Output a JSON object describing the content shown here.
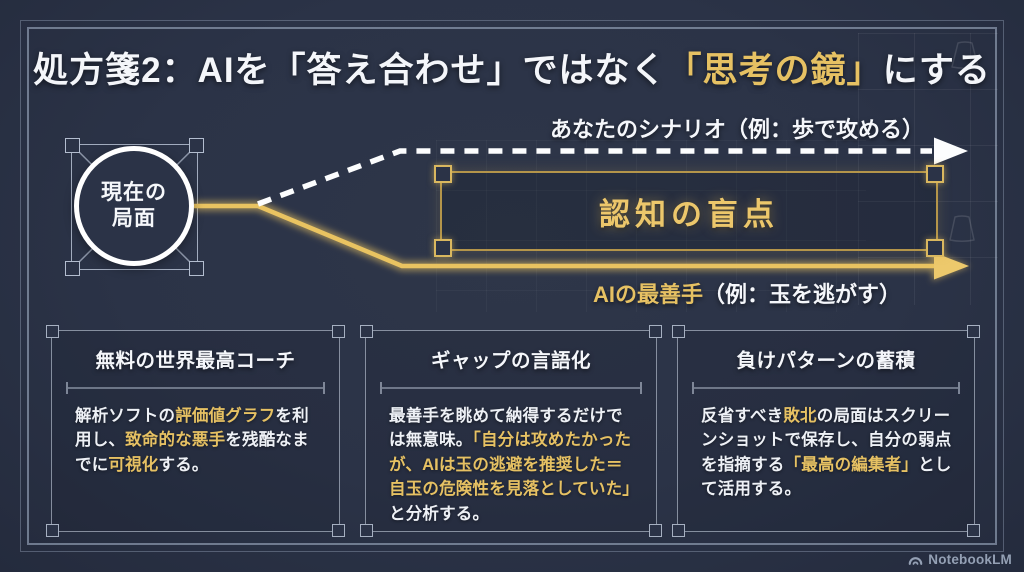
{
  "title": {
    "segments": [
      {
        "text": "処方箋2：AIを「答え合わせ」ではなく"
      },
      {
        "text": "「思考の鏡」",
        "highlight": true
      },
      {
        "text": "にする"
      }
    ]
  },
  "diagram": {
    "node_label_line1": "現在の",
    "node_label_line2": "局面",
    "scenario_arrow_label": "あなたのシナリオ（例：歩で攻める）",
    "blind_spot_label": "認知の盲点",
    "ai_arrow_label_gold": "AIの最善手",
    "ai_arrow_label_rest": "（例：玉を逃がす）"
  },
  "cards": [
    {
      "title": "無料の世界最高コーチ",
      "body": [
        {
          "text": "解析ソフトの"
        },
        {
          "text": "評価値グラフ",
          "highlight": true
        },
        {
          "text": "を利用し、"
        },
        {
          "text": "致命的な悪手",
          "highlight": true
        },
        {
          "text": "を残酷なまでに"
        },
        {
          "text": "可視化",
          "highlight": true
        },
        {
          "text": "する。"
        }
      ]
    },
    {
      "title": "ギャップの言語化",
      "body": [
        {
          "text": "最善手を眺めて納得するだけでは無意味。"
        },
        {
          "text": "「自分は攻めたかったが、AIは玉の逃避を推奨した＝自玉の危険性を見落としていた」",
          "highlight": true
        },
        {
          "text": "と分析する。"
        }
      ]
    },
    {
      "title": "負けパターンの蓄積",
      "body": [
        {
          "text": "反省すべき"
        },
        {
          "text": "敗北",
          "highlight": true
        },
        {
          "text": "の局面はスクリーンショットで保存し、自分の弱点を指摘する"
        },
        {
          "text": "「最高の編集者」",
          "highlight": true
        },
        {
          "text": "として活用する。"
        }
      ]
    }
  ],
  "colors": {
    "background": "#2b3347",
    "gold": "#e6c163",
    "text_white": "#f5f7fb",
    "frame_line": "#acbad0"
  },
  "watermark": {
    "label": "NotebookLM"
  }
}
